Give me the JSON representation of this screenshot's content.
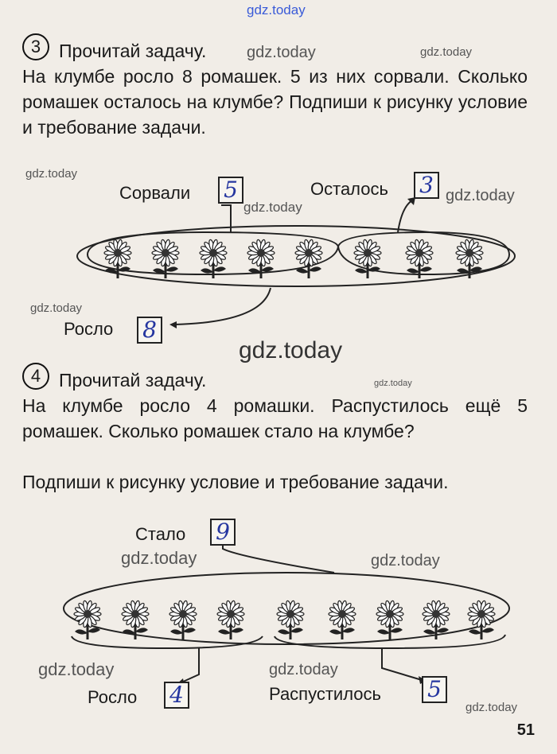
{
  "watermarks": [
    "gdz.today",
    "gdz.today",
    "gdz.today",
    "gdz.today",
    "gdz.today",
    "gdz.today",
    "gdz.today",
    "gdz.today",
    "gdz.today",
    "gdz.today",
    "gdz.today",
    "gdz.today",
    "gdz.today",
    "gdz.today"
  ],
  "task3": {
    "number": "3",
    "heading": "Прочитай задачу.",
    "text": "На клумбе росло 8 ромашек. 5 из них сорвали. Сколько ромашек осталось на клумбе? Подпиши к рисунку условие и требование задачи.",
    "labels": {
      "picked": "Сорвали",
      "left": "Осталось",
      "grew": "Росло"
    },
    "answers": {
      "picked": "5",
      "left": "3",
      "grew": "8"
    },
    "flowers": 8
  },
  "task4": {
    "number": "4",
    "heading": "Прочитай задачу.",
    "text": "На клумбе росло 4 ромашки. Распустилось ещё 5 ромашек. Сколько ромашек стало на клумбе?",
    "text2": "Подпиши к рисунку условие и требование задачи.",
    "labels": {
      "became": "Стало",
      "grew": "Росло",
      "bloomed": "Распустилось"
    },
    "answers": {
      "became": "9",
      "grew": "4",
      "bloomed": "5"
    },
    "flowers": 9
  },
  "page_number": "51"
}
